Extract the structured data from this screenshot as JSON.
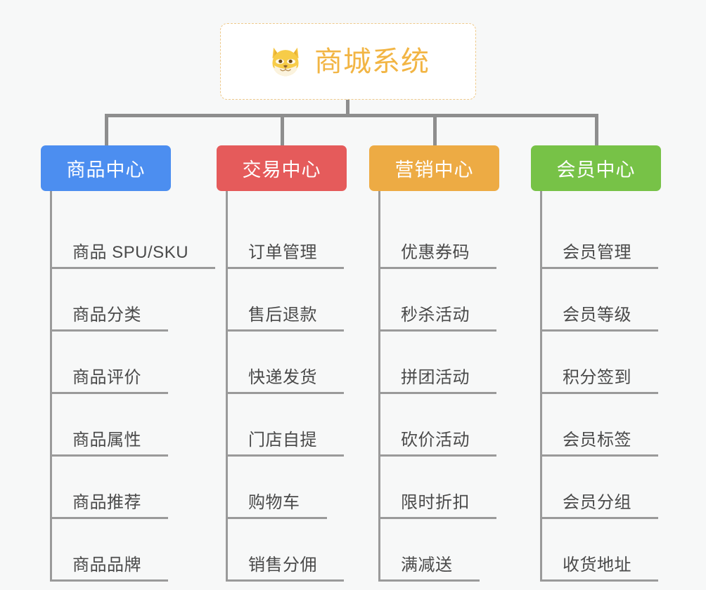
{
  "root": {
    "title": "商城系统",
    "icon": "shiba-dog-face-icon",
    "text_color": "#f2b544",
    "border_color": "#eec98a",
    "background": "#ffffff"
  },
  "canvas": {
    "background": "#f7f8f8",
    "connector_color": "#8e8e8e",
    "leaf_line_color": "#9a9a9a",
    "leaf_text_color": "#4a4a4a"
  },
  "columns": [
    {
      "id": "product-center",
      "label": "商品中心",
      "color": "#4c8ef0",
      "items": [
        "商品 SPU/SKU",
        "商品分类",
        "商品评价",
        "商品属性",
        "商品推荐",
        "商品品牌"
      ]
    },
    {
      "id": "trade-center",
      "label": "交易中心",
      "color": "#e55b5b",
      "items": [
        "订单管理",
        "售后退款",
        "快递发货",
        "门店自提",
        "购物车",
        "销售分佣"
      ]
    },
    {
      "id": "marketing-center",
      "label": "营销中心",
      "color": "#edab44",
      "items": [
        "优惠券码",
        "秒杀活动",
        "拼团活动",
        "砍价活动",
        "限时折扣",
        "满减送"
      ]
    },
    {
      "id": "member-center",
      "label": "会员中心",
      "color": "#77c247",
      "items": [
        "会员管理",
        "会员等级",
        "积分签到",
        "会员标签",
        "会员分组",
        "收货地址"
      ]
    }
  ]
}
